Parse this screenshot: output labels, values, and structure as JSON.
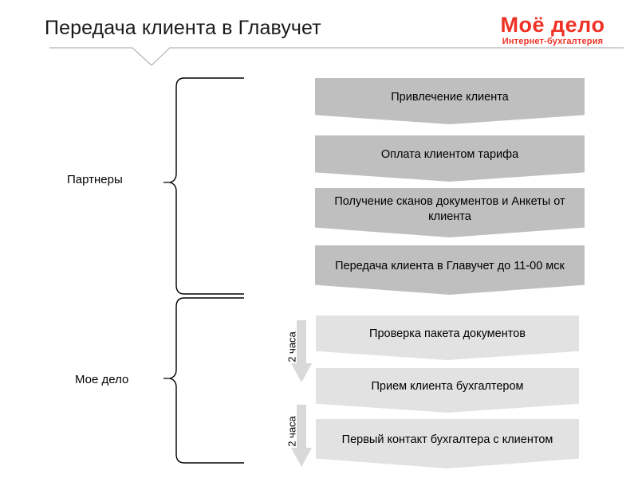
{
  "header": {
    "title": "Передача клиента в Главучет",
    "logo_main": "Моё дело",
    "logo_sub": "Интернет-бухгалтерия",
    "brand_color": "#ee3124"
  },
  "groups": [
    {
      "id": "partners",
      "label": "Партнеры"
    },
    {
      "id": "mydelo",
      "label": "Мое дело"
    }
  ],
  "steps": [
    {
      "text": "Привлечение клиента",
      "tone": "dark",
      "group": "partners"
    },
    {
      "text": "Оплата клиентом тарифа",
      "tone": "dark",
      "group": "partners"
    },
    {
      "text": "Получение сканов документов и Анкеты от клиента",
      "tone": "dark",
      "group": "partners"
    },
    {
      "text": "Передача клиента в Главучет до 11-00 мск",
      "tone": "dark",
      "group": "partners"
    },
    {
      "text": "Проверка пакета документов",
      "tone": "light",
      "group": "mydelo"
    },
    {
      "text": "Прием клиента бухгалтером",
      "tone": "light",
      "group": "mydelo"
    },
    {
      "text": "Первый контакт бухгалтера с клиентом",
      "tone": "light",
      "group": "mydelo"
    }
  ],
  "durations": [
    {
      "label": "2 часа",
      "icon": "arrow-down-icon"
    },
    {
      "label": "2 часа",
      "icon": "arrow-down-icon"
    }
  ],
  "colors": {
    "chevron_dark": "#bfbfbf",
    "chevron_light": "#e2e2e2",
    "arrow": "#d9d9d9",
    "rule": "#b4b4b4"
  }
}
